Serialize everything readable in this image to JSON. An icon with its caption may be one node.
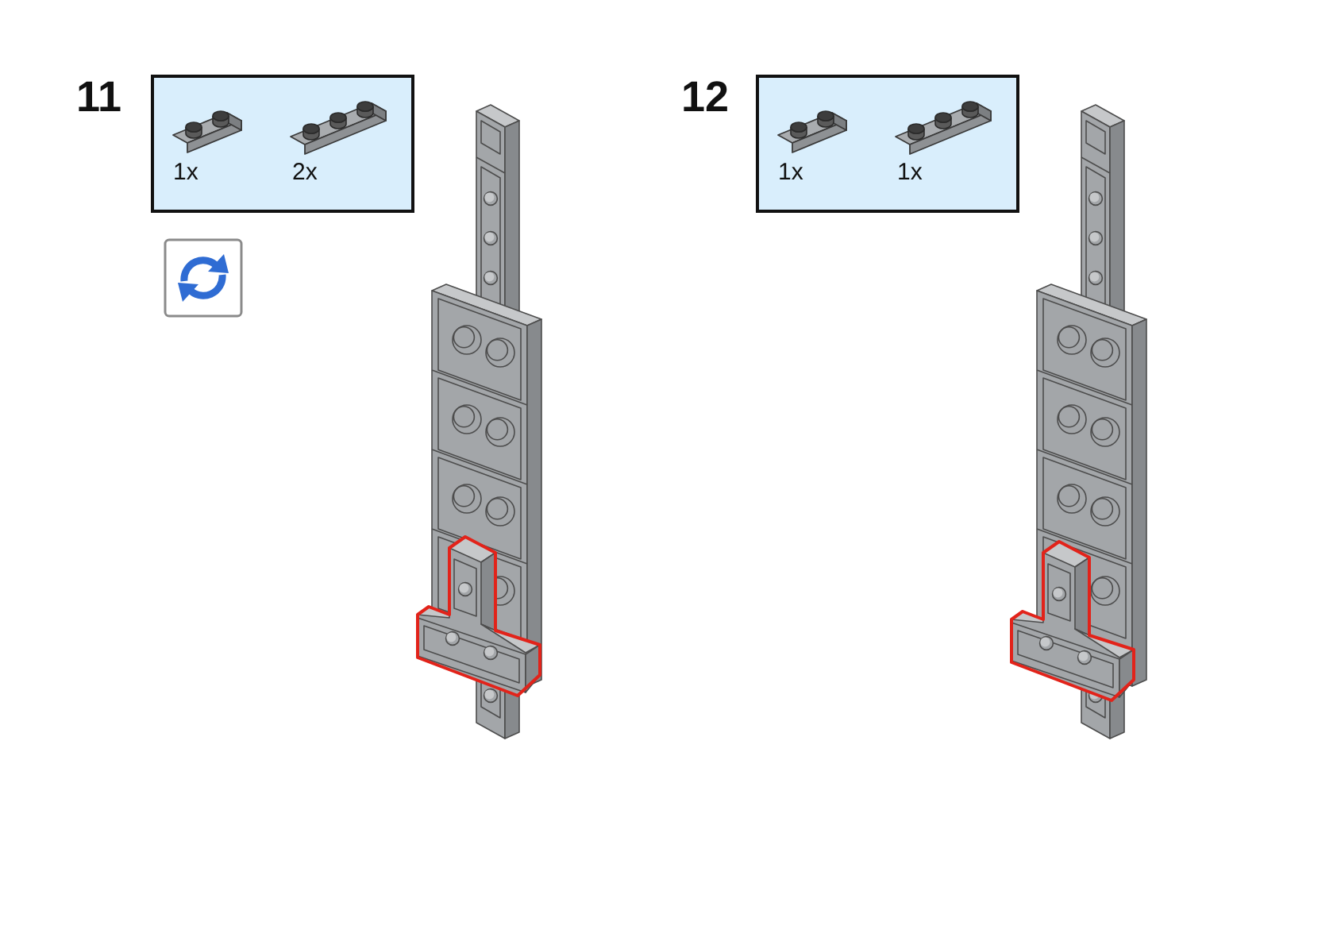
{
  "diagram": {
    "nodes": [
      {
        "text": [
          "1x",
          "2x"
        ]
      },
      {
        "text": [
          "1x",
          "1x"
        ]
      }
    ],
    "labels": [
      "11",
      "12"
    ]
  }
}
